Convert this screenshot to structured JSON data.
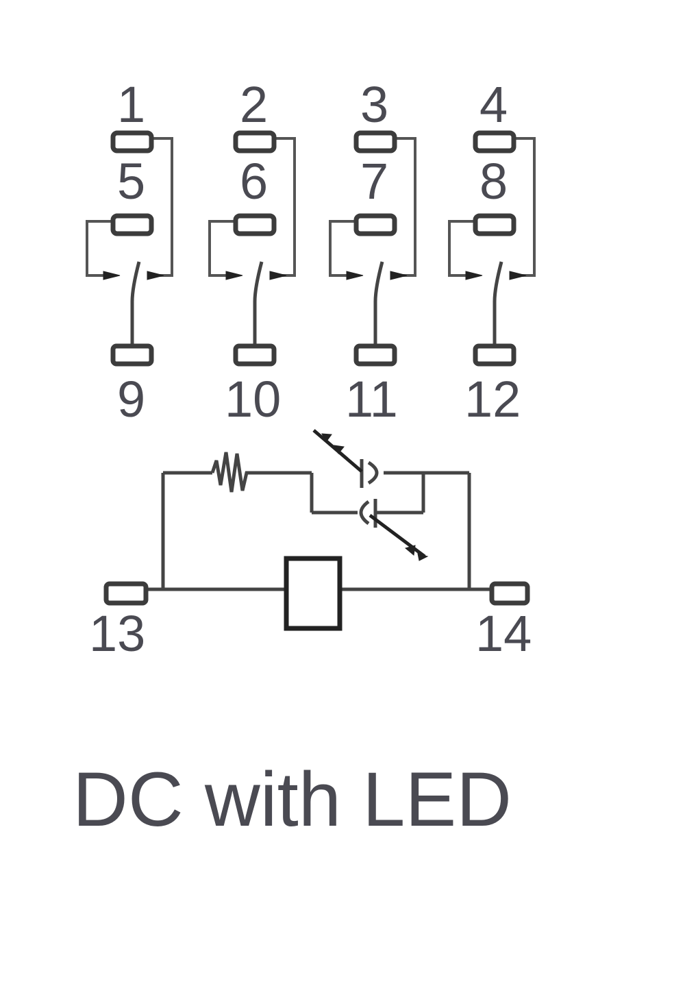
{
  "diagram": {
    "title": "DC with LED",
    "contact_groups": [
      {
        "common": "9",
        "nc": "1",
        "no": "5"
      },
      {
        "common": "10",
        "nc": "2",
        "no": "6"
      },
      {
        "common": "11",
        "nc": "3",
        "no": "7"
      },
      {
        "common": "12",
        "nc": "4",
        "no": "8"
      }
    ],
    "coil": {
      "terminal_left": "13",
      "terminal_right": "14"
    },
    "components": [
      "resistor",
      "led",
      "diode",
      "coil"
    ]
  }
}
